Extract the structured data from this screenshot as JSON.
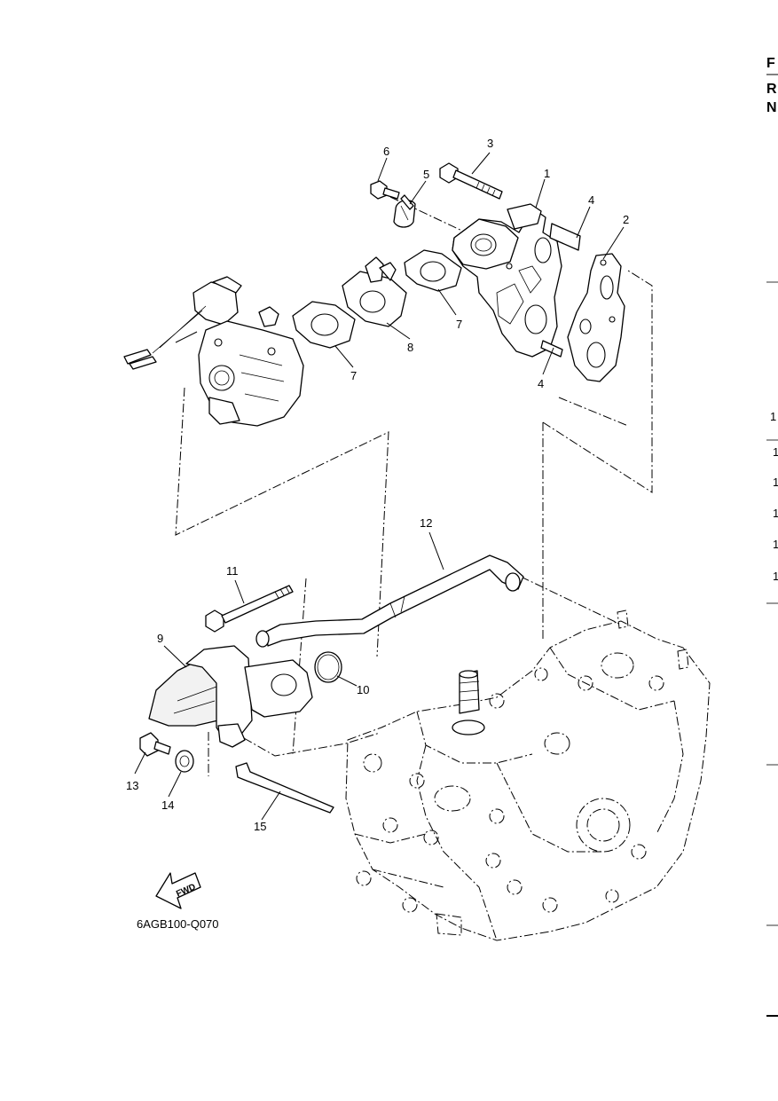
{
  "diagram": {
    "drawing_code": "6AGB100-Q070",
    "fwd_label": "FWD",
    "callouts": [
      "1",
      "2",
      "3",
      "4",
      "4",
      "5",
      "6",
      "7",
      "7",
      "8",
      "9",
      "10",
      "11",
      "12",
      "13",
      "14",
      "15"
    ]
  },
  "page_edge": {
    "letters": [
      "F",
      "R",
      "N"
    ],
    "row_digits": [
      "1",
      "1",
      "1",
      "1",
      "1",
      "1"
    ]
  }
}
